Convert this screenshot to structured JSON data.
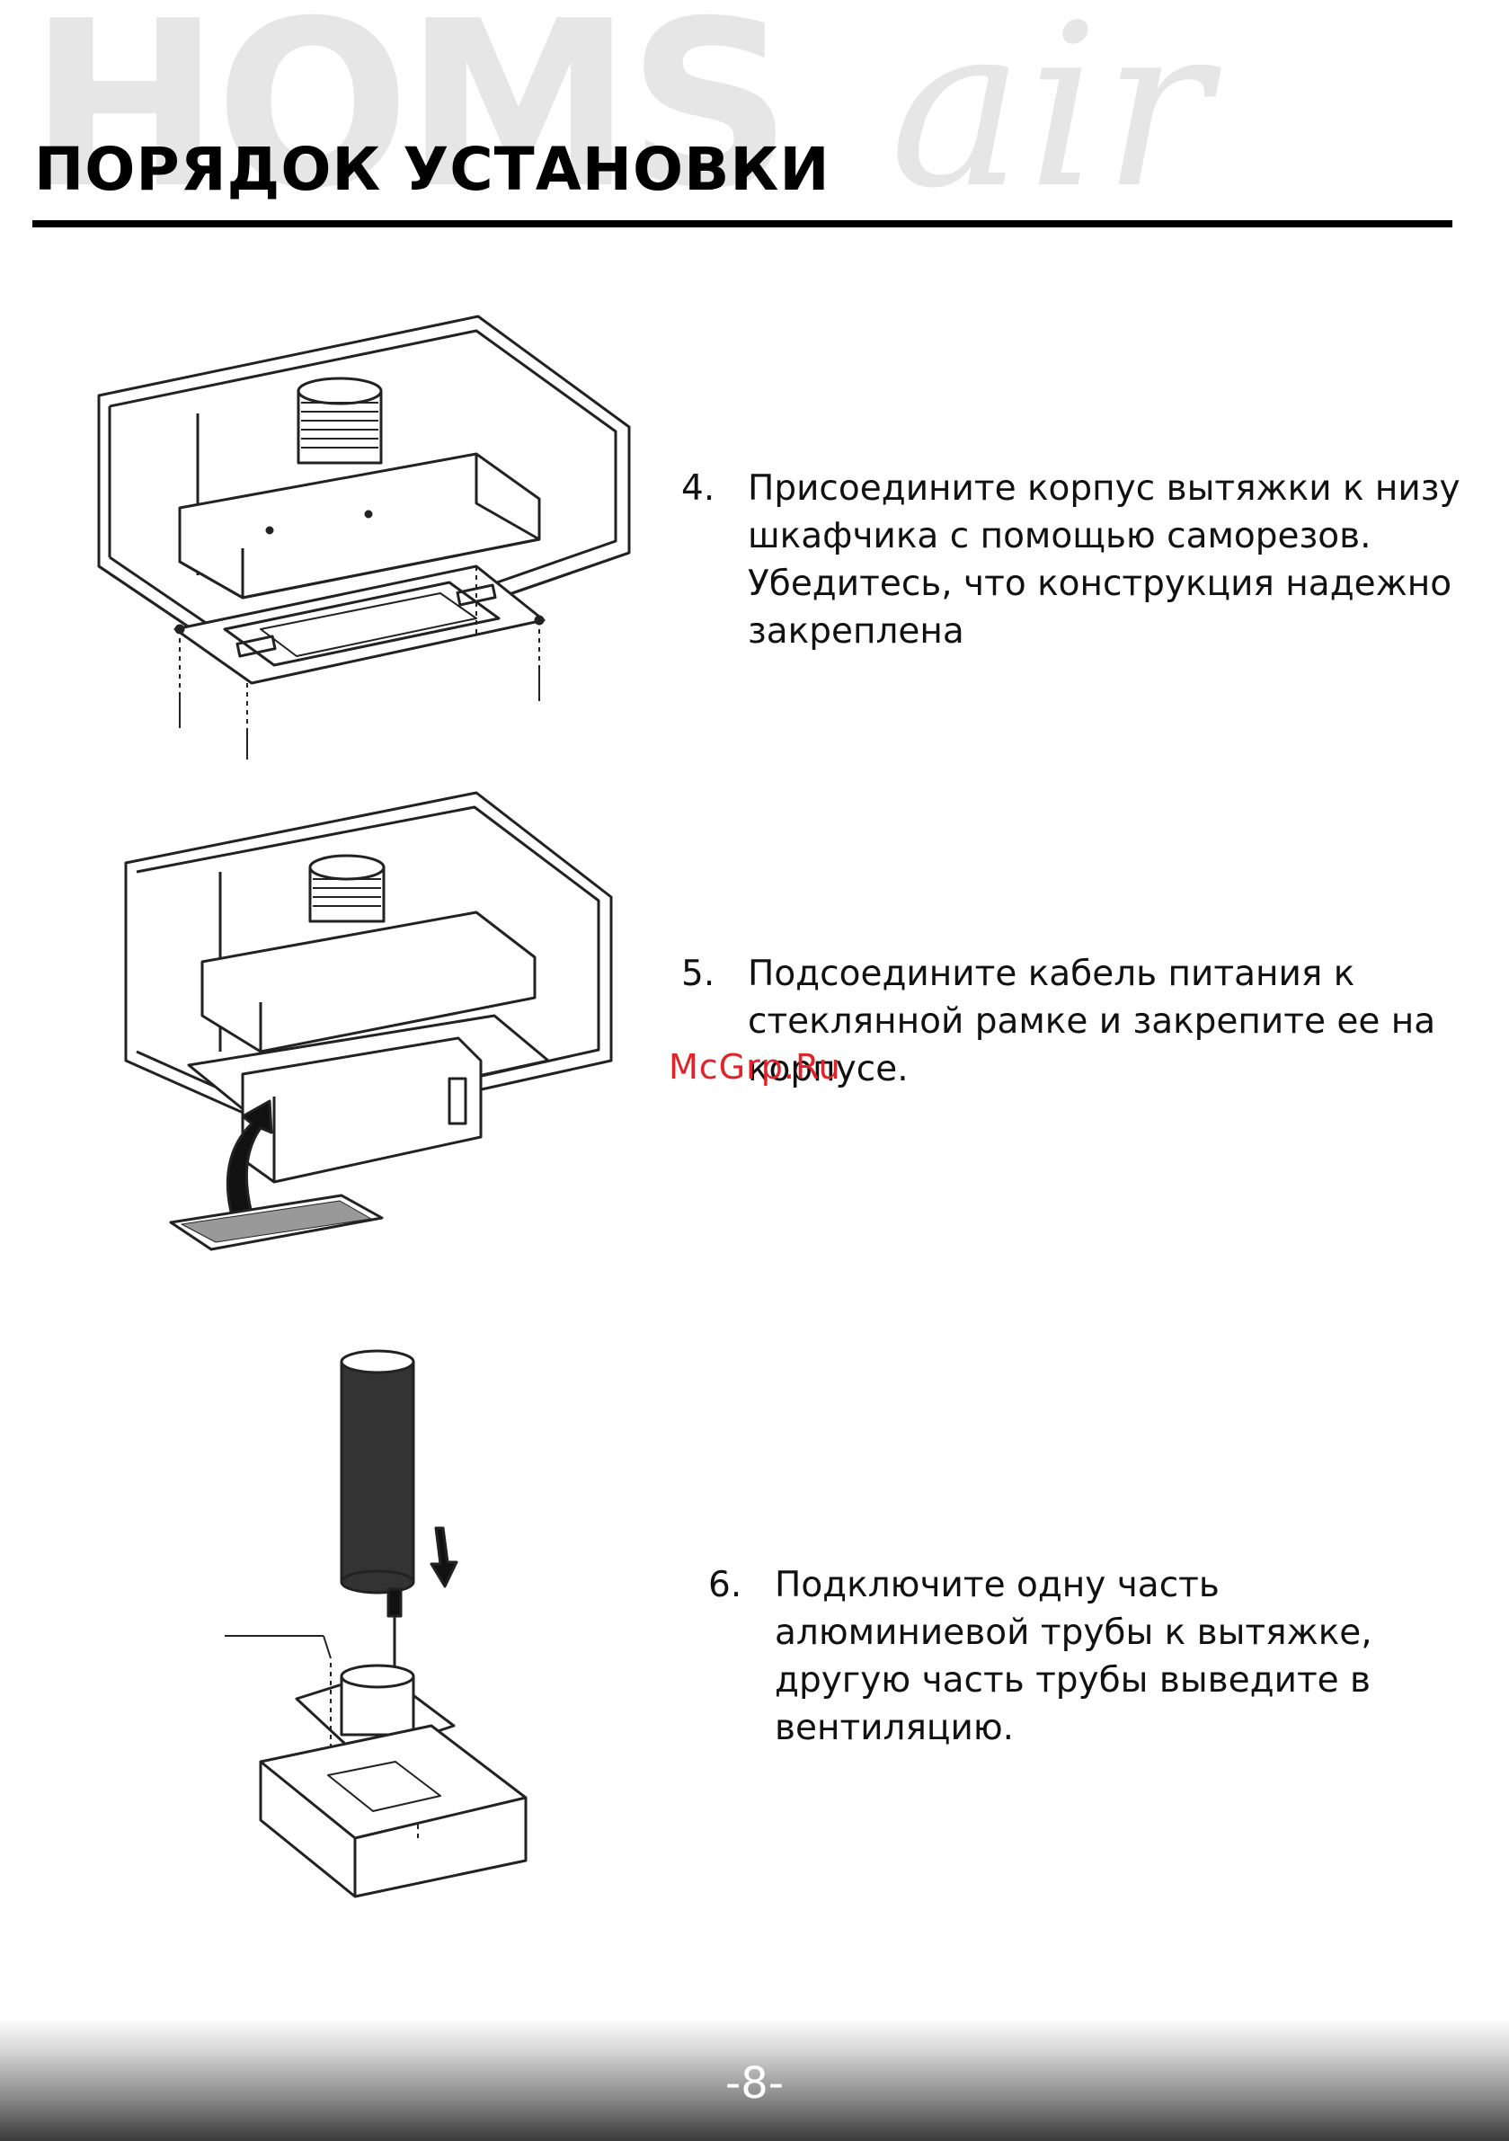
{
  "header": {
    "brand_logo": "HOMSair",
    "title": "ПОРЯДОК УСТАНОВКИ"
  },
  "steps": [
    {
      "num": "4.",
      "text": " Присоедините корпус вытяжки к низу шкафчика с помощью саморезов. Убедитесь, что конструкция надежно закреплена"
    },
    {
      "num": "5.",
      "text": "Подсоедините кабель питания к стеклянной рамке и закрепите ее на корпусе."
    },
    {
      "num": "6.",
      "text": "Подключите одну часть алюминиевой трубы к вытяжке, другую часть трубы выведите в вентиляцию."
    }
  ],
  "watermark": "McGrp.Ru",
  "footer": {
    "page_number": "-8-"
  },
  "colors": {
    "accent_text": "#000000",
    "watermark": "#e0242a",
    "logo_gray": "#e6e6e6"
  }
}
